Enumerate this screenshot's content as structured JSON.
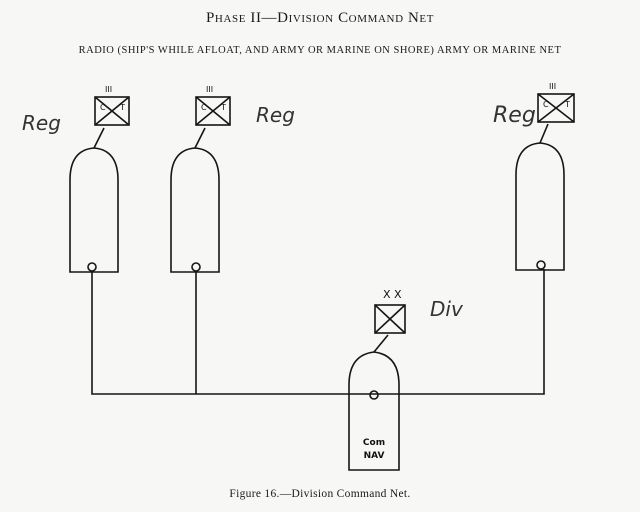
{
  "header": {
    "title": "Phase II—Division Command Net",
    "subtitle": "RADIO (SHIP'S WHILE AFLOAT, AND ARMY OR MARINE ON SHORE) ARMY OR MARINE NET"
  },
  "ships": [
    {
      "flag_left": "C",
      "flag_right": "T",
      "symbol": "III",
      "handwritten_label": "Reg"
    },
    {
      "flag_left": "C",
      "flag_right": "T",
      "symbol": "III",
      "handwritten_label": "Reg"
    },
    {
      "flag_left": "C",
      "flag_right": "T",
      "symbol": "III",
      "handwritten_label": "Reg"
    }
  ],
  "command_ship": {
    "label_line1": "Com",
    "label_line2": "NAV",
    "flag_symbol": "X X",
    "handwritten_label": "Div"
  },
  "caption": "Figure 16.—Division Command Net."
}
